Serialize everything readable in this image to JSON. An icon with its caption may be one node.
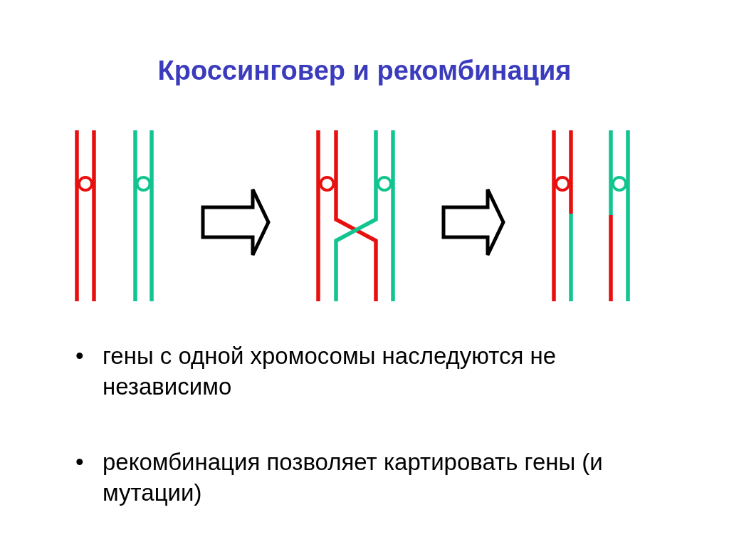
{
  "diagram": {
    "title": "Кроссинговер и рекомбинация",
    "nodes": [
      {
        "text": [],
        "shape": "picture"
      },
      {
        "text": [],
        "shape": "picture"
      },
      {
        "text": [],
        "shape": "picture"
      }
    ],
    "edges": [
      {
        "from": 0,
        "to": 1,
        "arrow": "to"
      },
      {
        "from": 1,
        "to": 2,
        "arrow": "to"
      }
    ],
    "labels": [
      "•",
      "гены с одной хромосомы наследуются не независимо",
      "•",
      "рекомбинация позволяет картировать гены (и мутации)"
    ]
  }
}
